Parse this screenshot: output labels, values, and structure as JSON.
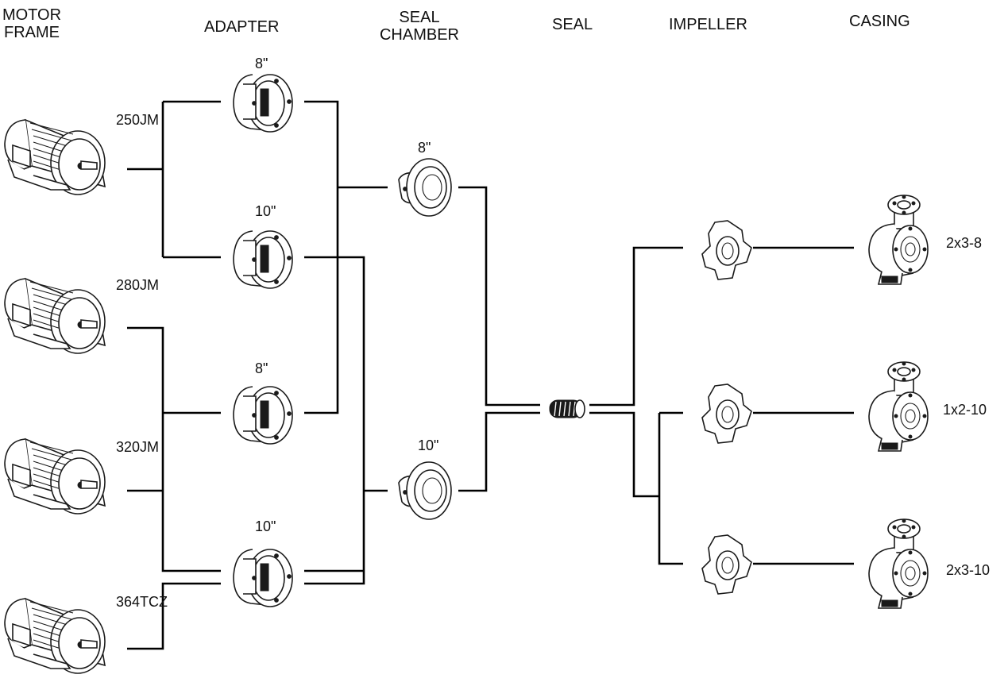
{
  "headers": {
    "motor_frame": "MOTOR\nFRAME",
    "adapter": "ADAPTER",
    "seal_chamber": "SEAL\nCHAMBER",
    "seal": "SEAL",
    "impeller": "IMPELLER",
    "casing": "CASING"
  },
  "motors": [
    {
      "label": "250JM",
      "icon": "electric-motor-icon"
    },
    {
      "label": "280JM",
      "icon": "electric-motor-icon"
    },
    {
      "label": "320JM",
      "icon": "electric-motor-icon"
    },
    {
      "label": "364TCZ",
      "icon": "electric-motor-icon"
    }
  ],
  "adapters": [
    {
      "label": "8\"",
      "icon": "adapter-icon"
    },
    {
      "label": "10\"",
      "icon": "adapter-icon"
    },
    {
      "label": "8\"",
      "icon": "adapter-icon"
    },
    {
      "label": "10\"",
      "icon": "adapter-icon"
    }
  ],
  "seal_chambers": [
    {
      "label": "8\"",
      "icon": "seal-chamber-icon"
    },
    {
      "label": "10\"",
      "icon": "seal-chamber-icon"
    }
  ],
  "seal": {
    "icon": "mechanical-seal-icon"
  },
  "impellers": [
    {
      "icon": "impeller-icon"
    },
    {
      "icon": "impeller-icon"
    },
    {
      "icon": "impeller-icon"
    }
  ],
  "casings": [
    {
      "label": "2x3-8",
      "icon": "pump-casing-icon"
    },
    {
      "label": "1x2-10",
      "icon": "pump-casing-icon"
    },
    {
      "label": "2x3-10",
      "icon": "pump-casing-icon"
    }
  ],
  "colors": {
    "line": "#000000",
    "background": "#ffffff"
  }
}
